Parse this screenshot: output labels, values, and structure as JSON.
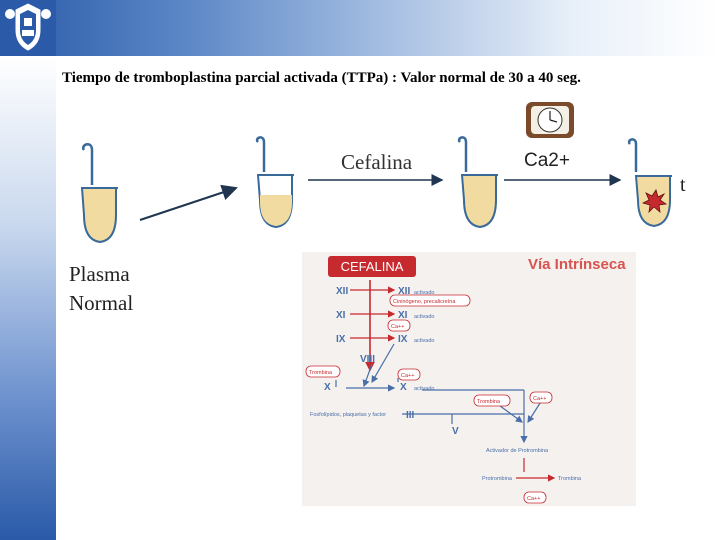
{
  "title": "Tiempo de tromboplastina parcial activada (TTPa) : Valor normal de 30 a 40 seg.",
  "labels": {
    "cefalina": "Cefalina",
    "ca2": "Ca2+",
    "t": "t",
    "plasma_line1": "Plasma",
    "plasma_line2": "Normal"
  },
  "pathway": {
    "badge": "CEFALINA",
    "heading": "Vía Intrínseca",
    "xii": "XII",
    "xii_activado": "XII",
    "xii_activado_note": "activado",
    "cininogeno": "Cininógeno, precalicreína",
    "xi": "XI",
    "xi_activado": "XI",
    "xi_activado_note": "activado",
    "ca_1": "Ca++",
    "ix": "IX",
    "ix_activado": "IX",
    "ix_activado_note": "activado",
    "viii": "VIII",
    "trombina_1": "Trombina",
    "ca_2": "Ca++",
    "x": "X",
    "x_activado": "X",
    "x_activado_note": "activado",
    "fosfolipidos": "Fosfolípidos, plaquetas y factor",
    "iii": "III",
    "trombina_2": "Trombina",
    "ca_3": "Ca++",
    "v": "V",
    "activador": "Activador de Protrombina",
    "protrombina": "Protrombina",
    "trombina_3": "Trombina",
    "ca_4": "Ca++"
  },
  "colors": {
    "brand_blue": "#2a5aa8",
    "tube_fill": "#f2dba0",
    "tube_outline": "#3a6a9a",
    "pathway_red": "#c62a2f",
    "pathway_blue": "#4a6fa8"
  },
  "icons": [
    "clock-icon",
    "reaction-burst-icon",
    "university-crest-logo"
  ]
}
